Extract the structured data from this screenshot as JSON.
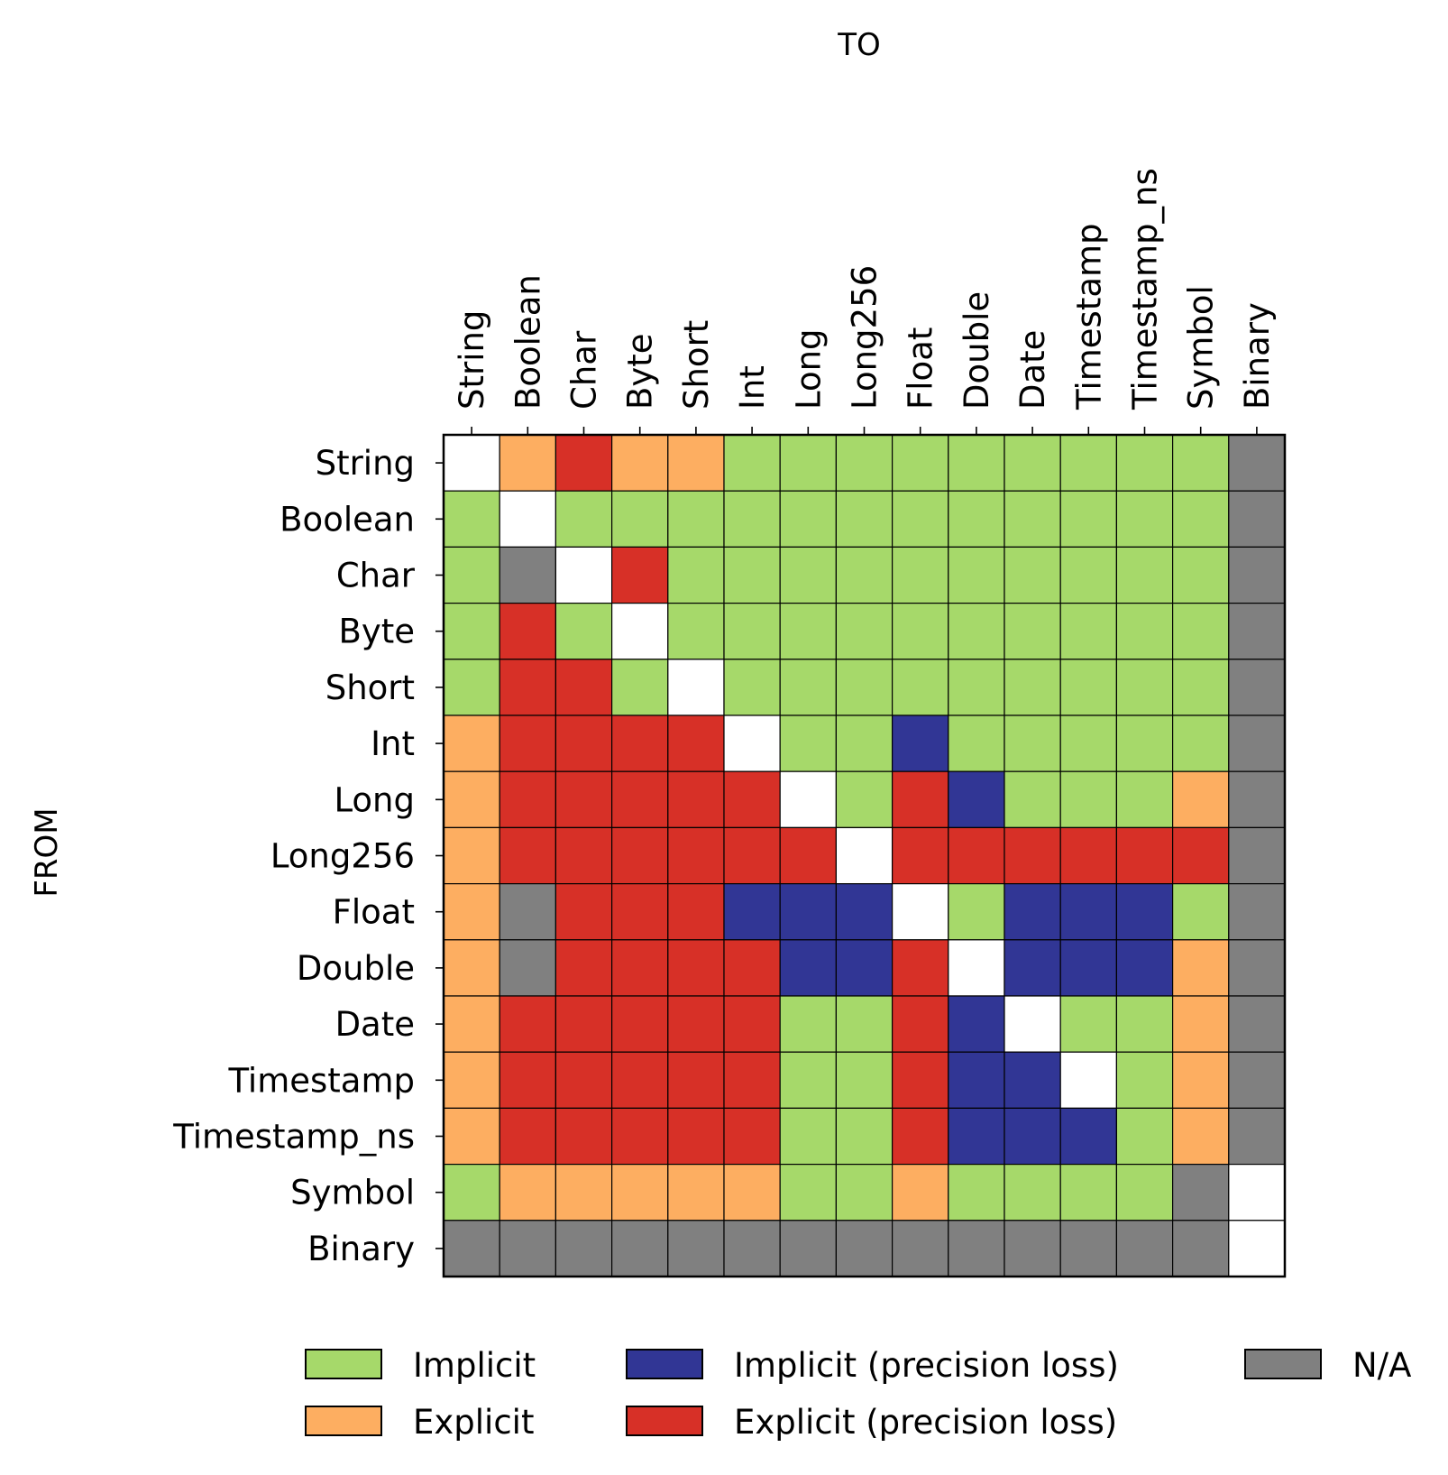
{
  "chart_data": {
    "type": "heatmap",
    "xlabel": "TO",
    "ylabel": "FROM",
    "x_categories": [
      "String",
      "Boolean",
      "Char",
      "Byte",
      "Short",
      "Int",
      "Long",
      "Long256",
      "Float",
      "Double",
      "Date",
      "Timestamp",
      "Timestamp_ns",
      "Symbol",
      "Binary"
    ],
    "y_categories": [
      "String",
      "Boolean",
      "Char",
      "Byte",
      "Short",
      "Int",
      "Long",
      "Long256",
      "Float",
      "Double",
      "Date",
      "Timestamp",
      "Timestamp_ns",
      "Symbol",
      "Binary"
    ],
    "cell_key": {
      "S": "Same type",
      "I": "Implicit",
      "E": "Explicit",
      "IP": "Implicit (precision loss)",
      "EP": "Explicit (precision loss)",
      "N": "N/A"
    },
    "matrix": [
      [
        "S",
        "E",
        "EP",
        "E",
        "E",
        "I",
        "I",
        "I",
        "I",
        "I",
        "I",
        "I",
        "I",
        "I",
        "N"
      ],
      [
        "I",
        "S",
        "I",
        "I",
        "I",
        "I",
        "I",
        "I",
        "I",
        "I",
        "I",
        "I",
        "I",
        "I",
        "N"
      ],
      [
        "I",
        "N",
        "S",
        "EP",
        "I",
        "I",
        "I",
        "I",
        "I",
        "I",
        "I",
        "I",
        "I",
        "I",
        "N"
      ],
      [
        "I",
        "EP",
        "I",
        "S",
        "I",
        "I",
        "I",
        "I",
        "I",
        "I",
        "I",
        "I",
        "I",
        "I",
        "N"
      ],
      [
        "I",
        "EP",
        "EP",
        "I",
        "S",
        "I",
        "I",
        "I",
        "I",
        "I",
        "I",
        "I",
        "I",
        "I",
        "N"
      ],
      [
        "E",
        "EP",
        "EP",
        "EP",
        "EP",
        "S",
        "I",
        "I",
        "IP",
        "I",
        "I",
        "I",
        "I",
        "I",
        "N"
      ],
      [
        "E",
        "EP",
        "EP",
        "EP",
        "EP",
        "EP",
        "S",
        "I",
        "EP",
        "IP",
        "I",
        "I",
        "I",
        "E",
        "N"
      ],
      [
        "E",
        "EP",
        "EP",
        "EP",
        "EP",
        "EP",
        "EP",
        "S",
        "EP",
        "EP",
        "EP",
        "EP",
        "EP",
        "EP",
        "N"
      ],
      [
        "E",
        "N",
        "EP",
        "EP",
        "EP",
        "IP",
        "IP",
        "IP",
        "S",
        "I",
        "IP",
        "IP",
        "IP",
        "I",
        "N"
      ],
      [
        "E",
        "N",
        "EP",
        "EP",
        "EP",
        "EP",
        "IP",
        "IP",
        "EP",
        "S",
        "IP",
        "IP",
        "IP",
        "E",
        "N"
      ],
      [
        "E",
        "EP",
        "EP",
        "EP",
        "EP",
        "EP",
        "I",
        "I",
        "EP",
        "IP",
        "S",
        "I",
        "I",
        "E",
        "N"
      ],
      [
        "E",
        "EP",
        "EP",
        "EP",
        "EP",
        "EP",
        "I",
        "I",
        "EP",
        "IP",
        "IP",
        "S",
        "I",
        "E",
        "N"
      ],
      [
        "E",
        "EP",
        "EP",
        "EP",
        "EP",
        "EP",
        "I",
        "I",
        "EP",
        "IP",
        "IP",
        "IP",
        "I",
        "E",
        "N"
      ],
      [
        "I",
        "E",
        "E",
        "E",
        "E",
        "E",
        "I",
        "I",
        "E",
        "I",
        "I",
        "I",
        "I",
        "N",
        "S"
      ],
      [
        "N",
        "N",
        "N",
        "N",
        "N",
        "N",
        "N",
        "N",
        "N",
        "N",
        "N",
        "N",
        "N",
        "N",
        "S"
      ]
    ],
    "legend": [
      {
        "key": "I",
        "label": "Implicit",
        "color": "#a6d96a"
      },
      {
        "key": "E",
        "label": "Explicit",
        "color": "#fdae61"
      },
      {
        "key": "IP",
        "label": "Implicit (precision loss)",
        "color": "#313695"
      },
      {
        "key": "EP",
        "label": "Explicit (precision loss)",
        "color": "#d73027"
      },
      {
        "key": "N",
        "label": "N/A",
        "color": "#808080"
      }
    ],
    "same_type_color": "#ffffff",
    "legend_placement": "bottom",
    "grid": true
  }
}
